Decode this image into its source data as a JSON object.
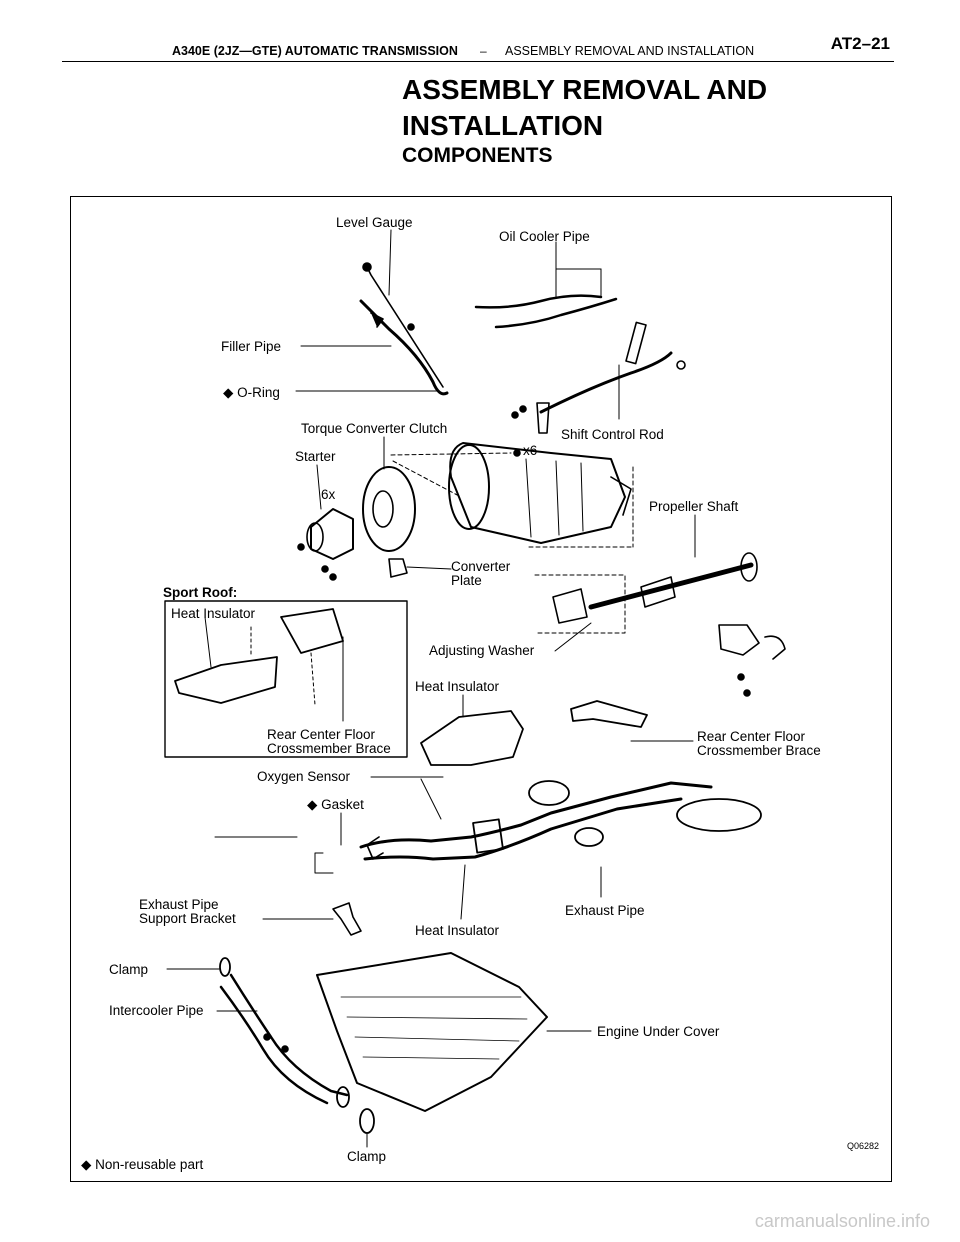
{
  "header": {
    "manual_title": "A340E (2JZ—GTE) AUTOMATIC TRANSMISSION",
    "separator": "–",
    "section": "ASSEMBLY REMOVAL AND INSTALLATION",
    "page_number": "AT2–21"
  },
  "title_line1": "ASSEMBLY REMOVAL AND",
  "title_line2": "INSTALLATION",
  "subtitle": "COMPONENTS",
  "figure": {
    "labels": {
      "level_gauge": "Level Gauge",
      "oil_cooler_pipe": "Oil Cooler Pipe",
      "filler_pipe": "Filler Pipe",
      "o_ring": "◆ O-Ring",
      "torque_converter_clutch": "Torque Converter Clutch",
      "shift_control_rod": "Shift Control Rod",
      "starter": "Starter",
      "x6": "x6",
      "six_x": "6x",
      "propeller_shaft": "Propeller Shaft",
      "converter_plate_1": "Converter",
      "converter_plate_2": "Plate",
      "sport_roof": "Sport Roof:",
      "heat_insulator_a": "Heat Insulator",
      "adjusting_washer": "Adjusting Washer",
      "heat_insulator_b": "Heat Insulator",
      "rcfcb_a_1": "Rear Center Floor",
      "rcfcb_a_2": "Crossmember Brace",
      "rcfcb_b_1": "Rear Center Floor",
      "rcfcb_b_2": "Crossmember Brace",
      "oxygen_sensor": "Oxygen Sensor",
      "gasket": "◆ Gasket",
      "exhaust_bracket_1": "Exhaust Pipe",
      "exhaust_bracket_2": "Support Bracket",
      "heat_insulator_c": "Heat Insulator",
      "exhaust_pipe": "Exhaust Pipe",
      "clamp_top": "Clamp",
      "intercooler_pipe": "Intercooler Pipe",
      "engine_under_cover": "Engine Under Cover",
      "clamp_bottom": "Clamp"
    },
    "figure_code": "Q06282",
    "legend_note": "◆ Non-reusable part"
  },
  "footer_watermark": "carmanualsonline.info"
}
